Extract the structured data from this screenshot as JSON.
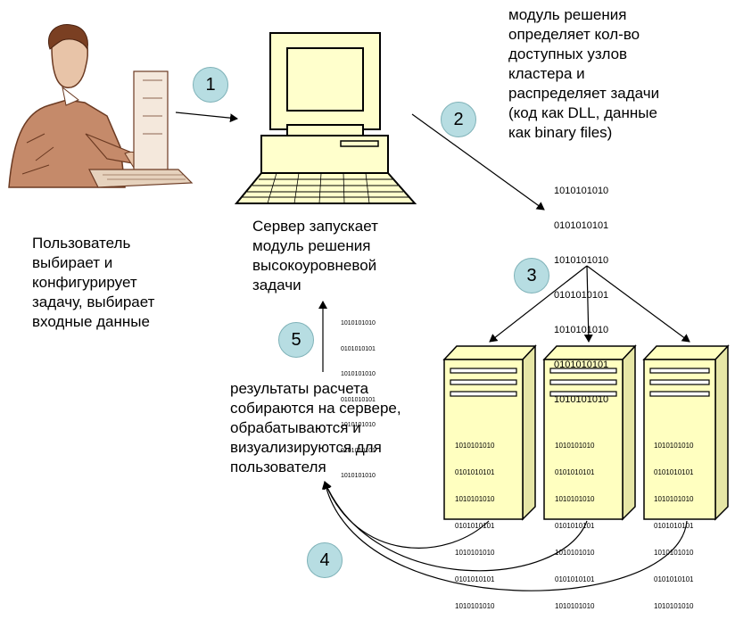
{
  "steps": [
    "1",
    "2",
    "3",
    "4",
    "5"
  ],
  "texts": {
    "user": [
      "Пользователь",
      "выбирает и",
      "конфигурирует",
      "задачу, выбирает",
      "входные данные"
    ],
    "server": [
      "Сервер запускает",
      "модуль решения",
      "высокоуровневой",
      "задачи"
    ],
    "module": [
      "модуль решения",
      "определяет кол-во",
      "доступных узлов",
      "кластера и",
      "распределяет задачи",
      "(код как DLL, данные",
      "как binary files)"
    ],
    "results": [
      "результаты расчета",
      "собираются на сервере,",
      "обрабатываются и",
      "визуализируются для",
      "пользователя"
    ]
  },
  "binary_block": [
    "1010101010",
    "0101010101",
    "1010101010",
    "0101010101",
    "1010101010",
    "0101010101",
    "1010101010"
  ],
  "colors": {
    "step_circle": "#b7dde2",
    "computer": "#ffffcc",
    "server_tower": "#ffffc0",
    "person_skin": "#c58a6a"
  }
}
